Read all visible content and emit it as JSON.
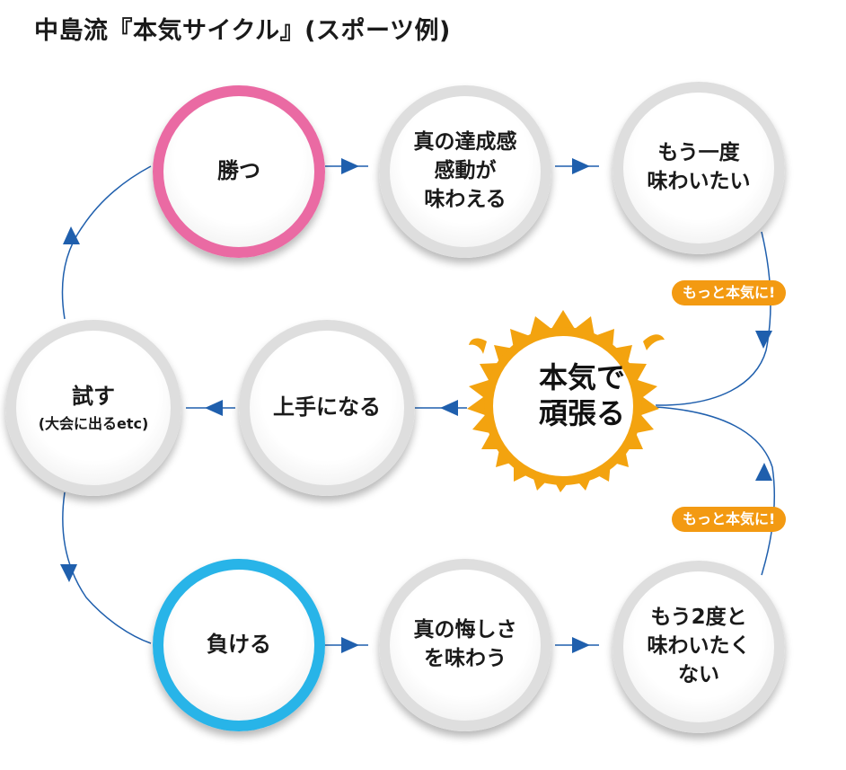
{
  "title": "中島流『本気サイクル』(スポーツ例)",
  "colors": {
    "arrow": "#1f5fad",
    "win_ring": "#ea6aa3",
    "lose_ring": "#28b4e8",
    "flame": "#f3a30f",
    "badge": "#f39a12",
    "node_ring": "#dedede"
  },
  "center": {
    "lines": [
      "本気で",
      "頑張る"
    ]
  },
  "nodes": {
    "win": {
      "lines": [
        "勝つ"
      ]
    },
    "true_achievement": {
      "lines": [
        "真の達成感",
        "感動が",
        "味わえる"
      ]
    },
    "again": {
      "lines": [
        "もう一度",
        "味わいたい"
      ]
    },
    "improve": {
      "lines": [
        "上手になる"
      ]
    },
    "try": {
      "lines": [
        "試す"
      ],
      "sub": "(大会に出るetc)"
    },
    "lose": {
      "lines": [
        "負ける"
      ]
    },
    "true_frustration": {
      "lines": [
        "真の悔しさ",
        "を味わう"
      ]
    },
    "never_again": {
      "lines": [
        "もう2度と",
        "味わいたく",
        "ない"
      ]
    }
  },
  "badges": {
    "top": "もっと本気に!",
    "bottom": "もっと本気に!"
  }
}
